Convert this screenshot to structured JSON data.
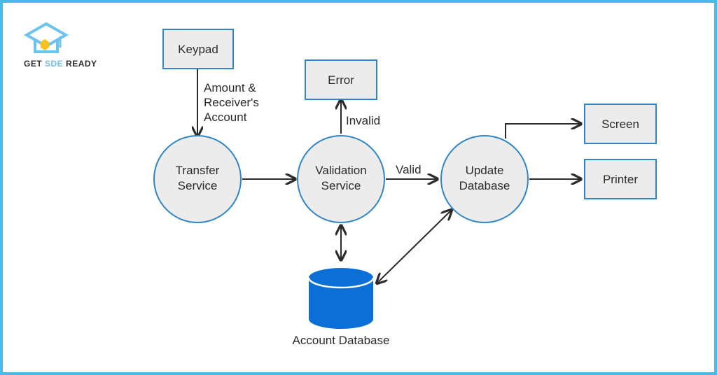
{
  "brand": {
    "part1": "GET",
    "part2": "SDE",
    "part3": "READY",
    "accent_color": "#6cc4ee"
  },
  "colors": {
    "border": "#4db8e8",
    "node_stroke": "#2f86c8",
    "node_fill": "#ececec",
    "database": "#0a6fd6"
  },
  "nodes": {
    "keypad": "Keypad",
    "error": "Error",
    "screen": "Screen",
    "printer": "Printer",
    "transfer_service": [
      "Transfer",
      "Service"
    ],
    "validation_service": [
      "Validation",
      "Service"
    ],
    "update_database": [
      "Update",
      "Database"
    ],
    "account_database": "Account Database"
  },
  "edges": {
    "keypad_to_transfer": [
      "Amount &",
      "Receiver's",
      "Account"
    ],
    "validation_to_error": "Invalid",
    "validation_to_update": "Valid"
  }
}
